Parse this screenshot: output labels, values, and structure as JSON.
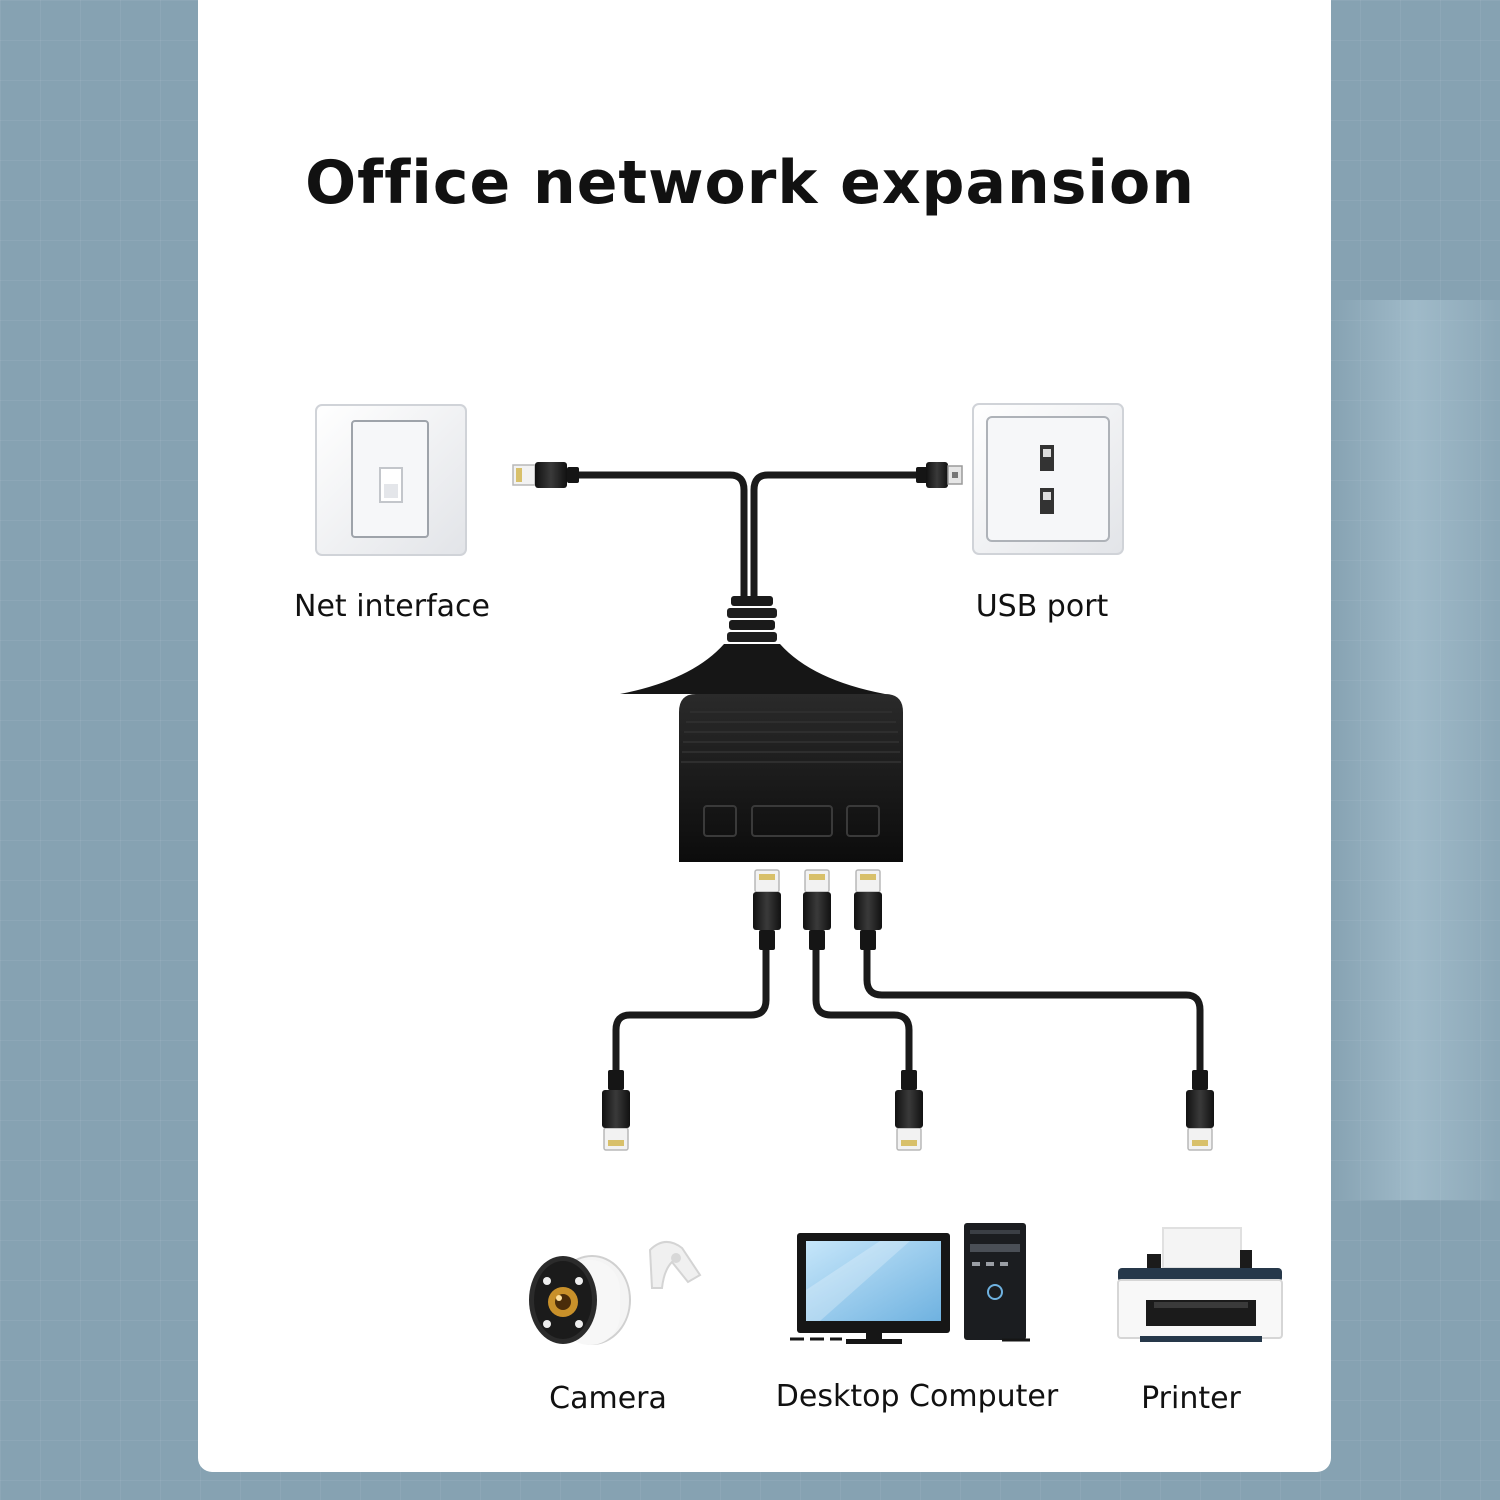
{
  "title": "Office network expansion",
  "labels": {
    "net_interface": "Net interface",
    "usb_port": "USB port",
    "camera": "Camera",
    "desktop_computer": "Desktop Computer",
    "printer": "Printer"
  },
  "colors": {
    "background": "#86a2b2",
    "panel": "#ffffff",
    "cable": "#1a1a1a",
    "screen": "#8fc8ec"
  },
  "icons": [
    "ethernet-wall-socket-icon",
    "usb-wall-socket-icon",
    "splitter-hub-icon",
    "rj45-plug-icon",
    "usb-plug-icon",
    "camera-icon",
    "monitor-icon",
    "pc-tower-icon",
    "printer-icon"
  ]
}
